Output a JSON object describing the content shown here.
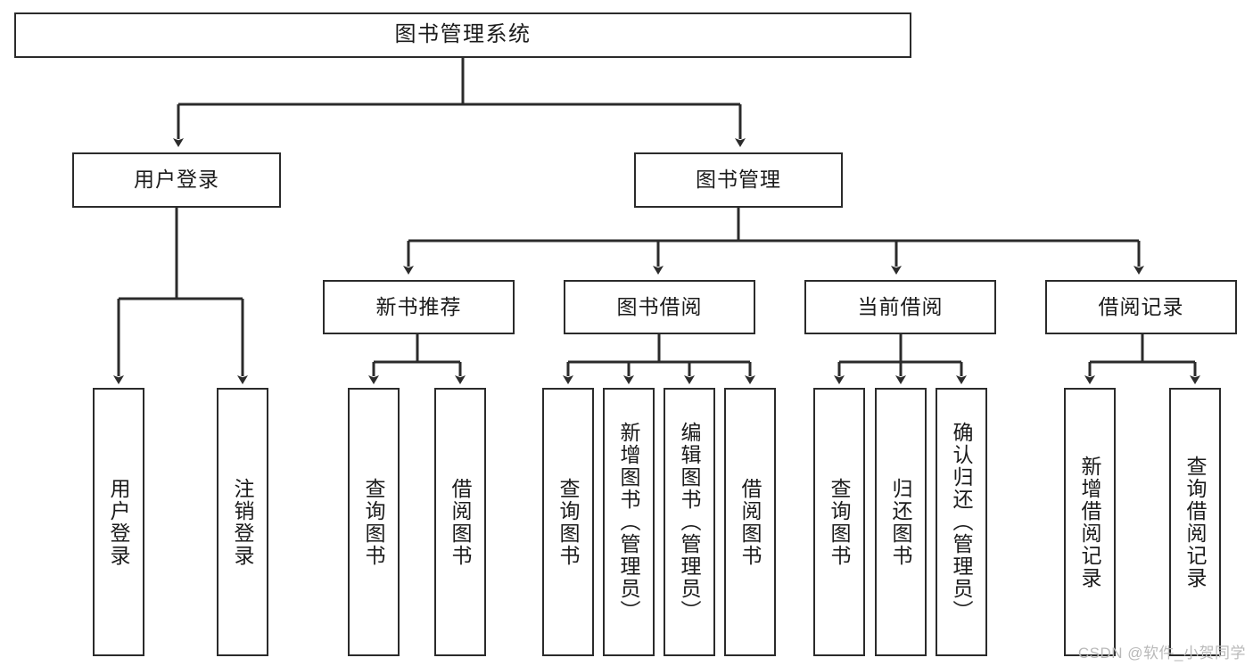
{
  "diagram": {
    "title": "图书管理系统",
    "type": "tree",
    "root": {
      "label": "图书管理系统"
    },
    "level2": [
      {
        "label": "用户登录"
      },
      {
        "label": "图书管理"
      }
    ],
    "level3": [
      {
        "label": "新书推荐"
      },
      {
        "label": "图书借阅"
      },
      {
        "label": "当前借阅"
      },
      {
        "label": "借阅记录"
      }
    ],
    "leaves": {
      "user_login": [
        {
          "label": "用户登录"
        },
        {
          "label": "注销登录"
        }
      ],
      "new_book_recommend": [
        {
          "label": "查询图书"
        },
        {
          "label": "借阅图书"
        }
      ],
      "book_borrow": [
        {
          "label": "查询图书"
        },
        {
          "label": "新增图书（管理员）"
        },
        {
          "label": "编辑图书（管理员）"
        },
        {
          "label": "借阅图书"
        }
      ],
      "current_borrow": [
        {
          "label": "查询图书"
        },
        {
          "label": "归还图书"
        },
        {
          "label": "确认归还（管理员）"
        }
      ],
      "borrow_record": [
        {
          "label": "新增借阅记录"
        },
        {
          "label": "查询借阅记录"
        }
      ]
    }
  },
  "watermark": {
    "text": "CSDN @软件_小贺同学"
  },
  "colors": {
    "stroke": "#2b2b2b",
    "box_fill": "#ffffff",
    "text": "#1b1b1b",
    "watermark": "#b9b9b9"
  }
}
